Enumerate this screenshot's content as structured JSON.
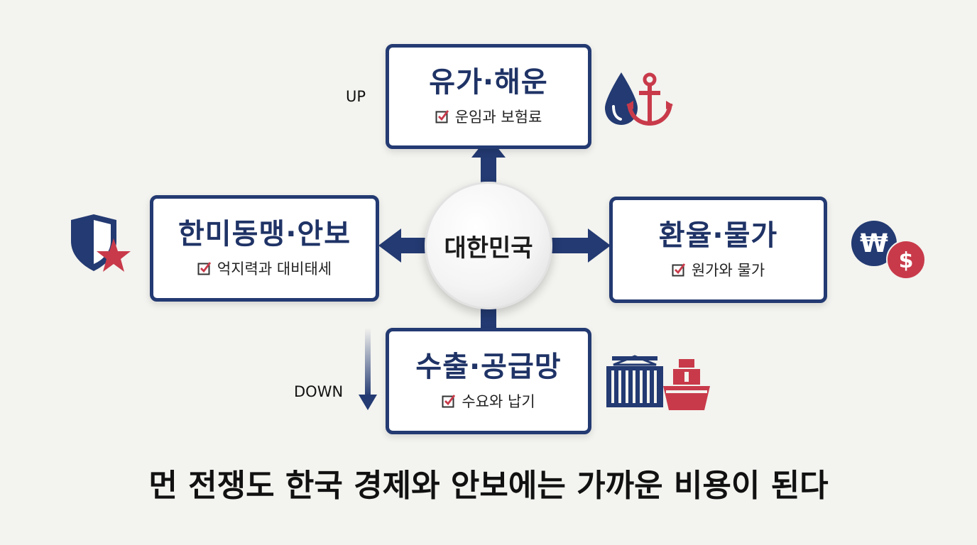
{
  "center": {
    "label": "대한민국"
  },
  "boxes": {
    "top": {
      "title": "유가·해운",
      "sub": "운임과 보험료"
    },
    "left": {
      "title": "한미동맹·안보",
      "sub": "억지력과 대비태세"
    },
    "right": {
      "title": "환율·물가",
      "sub": "원가와 물가"
    },
    "bottom": {
      "title": "수출·공급망",
      "sub": "수요와 납기"
    }
  },
  "flow_labels": {
    "up": "UP",
    "down": "DOWN"
  },
  "icons": {
    "top": [
      "oil-drop-icon",
      "anchor-icon"
    ],
    "left": [
      "shield-star-icon"
    ],
    "right": [
      "won-coin-icon",
      "dollar-coin-icon"
    ],
    "bottom": [
      "container-icon",
      "cargo-ship-icon"
    ],
    "currency_won": "₩",
    "currency_dollar": "$"
  },
  "footer": "먼 전쟁도 한국 경제와 안보에는 가까운 비용이 된다",
  "colors": {
    "navy": "#233a72",
    "red": "#c83a4a",
    "background": "#f3f3ef"
  }
}
